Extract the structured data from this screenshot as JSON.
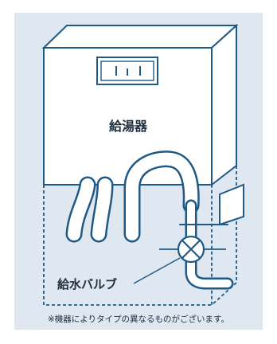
{
  "diagram": {
    "heater_label": "給湯器",
    "valve_label": "給水バルブ",
    "note": "※機器によりタイプの異なるものがございます。",
    "colors": {
      "panel_bg": "#dfe7f1",
      "stroke": "#1f5a86",
      "fill": "#ffffff",
      "text": "#22313f"
    }
  }
}
